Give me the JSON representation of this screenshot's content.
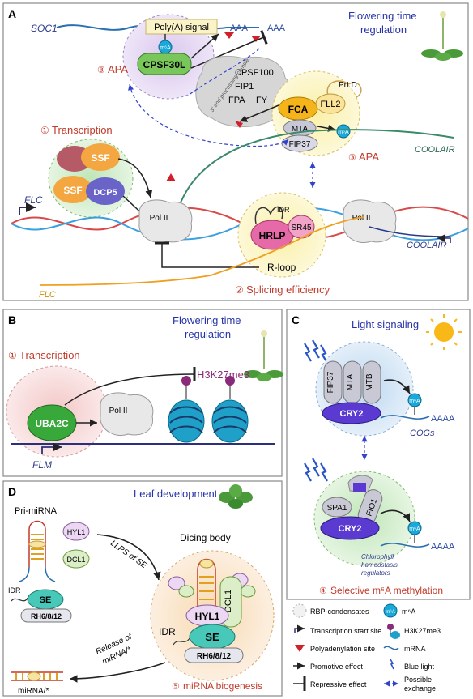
{
  "panelA": {
    "letter": "A",
    "soc1": "SOC1",
    "polya_signal": "Poly(A) signal",
    "aaa1": "AAA",
    "aaa2": "AAA",
    "apa_num": "3",
    "apa_label": "APA",
    "m6a": "m⁶A",
    "cpsf30l": "CPSF30L",
    "complex": [
      "CPSF100",
      "FIP1",
      "FPA",
      "FY"
    ],
    "complex_caption": "3' end processing complex",
    "prld": "PrLD",
    "fca": "FCA",
    "fll2": "FLL2",
    "mta": "MTA",
    "fip37": "FIP37",
    "apa2_num": "3",
    "apa2_label": "APA",
    "coolair1": "COOLAIR",
    "coolair2": "COOLAIR",
    "transcription_num": "1",
    "transcription_label": "Transcription",
    "ssf1": "SSF",
    "ssf2": "SSF",
    "dcp5": "DCP5",
    "flc_top": "FLC",
    "flc_bottom": "FLC",
    "pol1": "Pol II",
    "pol2": "Pol II",
    "idr": "IDR",
    "hrlp": "HRLP",
    "sr45": "SR45",
    "rloop": "R-loop",
    "splice_num": "2",
    "splice_label": "Splicing efficiency",
    "title_line1": "Flowering time",
    "title_line2": "regulation"
  },
  "panelB": {
    "letter": "B",
    "title_line1": "Flowering time",
    "title_line2": "regulation",
    "num": "1",
    "label": "Transcription",
    "uba2c": "UBA2C",
    "pol": "Pol II",
    "h3k": "H3K27me3",
    "flm": "FLM"
  },
  "panelC": {
    "letter": "C",
    "title": "Light signaling",
    "fip37": "FIP37",
    "mta": "MTA",
    "mtb": "MTB",
    "cry2a": "CRY2",
    "m6a1": "m⁶A",
    "aaaa1": "AAAA",
    "cogs": "COGs",
    "spa1": "SPA1",
    "fio1": "FIO1",
    "cry2b": "CRY2",
    "m6a2": "m⁶A",
    "aaaa2": "AAAA",
    "chloro": [
      "Chlorophyll",
      "homeostasis",
      "regulators"
    ],
    "num": "4",
    "label": "Selective m⁶A methylation"
  },
  "panelD": {
    "letter": "D",
    "title": "Leaf development",
    "primirna": "Pri-miRNA",
    "hyl1": "HYL1",
    "dcl1": "DCL1",
    "idr": "IDR",
    "se": "SE",
    "rh": "RH6/8/12",
    "llps": "LLPS of SE",
    "dicing": "Dicing body",
    "hyl1b": "HYL1",
    "dcl1b": "DCL1",
    "idr2": "IDR",
    "seb": "SE",
    "rh2": "RH6/8/12",
    "release": [
      "Release of",
      "miRNA/*"
    ],
    "mirna": "miRNA/*",
    "num": "5",
    "label": "miRNA biogenesis"
  },
  "legend": {
    "rbp": "RBP-condensates",
    "m6a_sym": "m⁶A",
    "m6a": "m⁶A",
    "tss": "Transcription start site",
    "h3k": "H3K27me3",
    "polya": "Polyadenylation site",
    "mrna": "mRNA",
    "promotive": "Promotive effect",
    "bluelight": "Blue light",
    "repressive": "Repressive effect",
    "exchange": [
      "Possible",
      "exchange"
    ]
  }
}
